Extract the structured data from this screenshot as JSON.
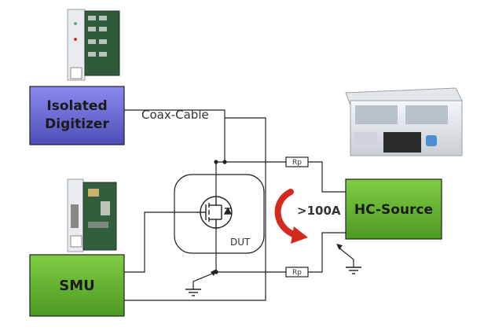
{
  "blocks": {
    "isolated_digitizer": {
      "line1": "Isolated",
      "line2": "Digitizer",
      "color": "#6b6bd8"
    },
    "smu": {
      "label": "SMU",
      "color": "#5fae2c"
    },
    "hc_source": {
      "label": "HC-Source",
      "color": "#5fae2c"
    }
  },
  "labels": {
    "coax_cable": "Coax-Cable",
    "dut": "DUT",
    "current": ">100A",
    "resistor_top": "Rp",
    "resistor_bottom": "Rp"
  },
  "colors": {
    "wire": "#222222",
    "current_arrow": "#d42a1e"
  },
  "icons": {
    "digitizer_module": "pxi-card-module",
    "smu_module": "pxi-card-module",
    "chassis": "rack-chassis",
    "transistor": "mosfet-symbol",
    "ground": "ground-symbol",
    "arrow": "curved-arrow"
  }
}
